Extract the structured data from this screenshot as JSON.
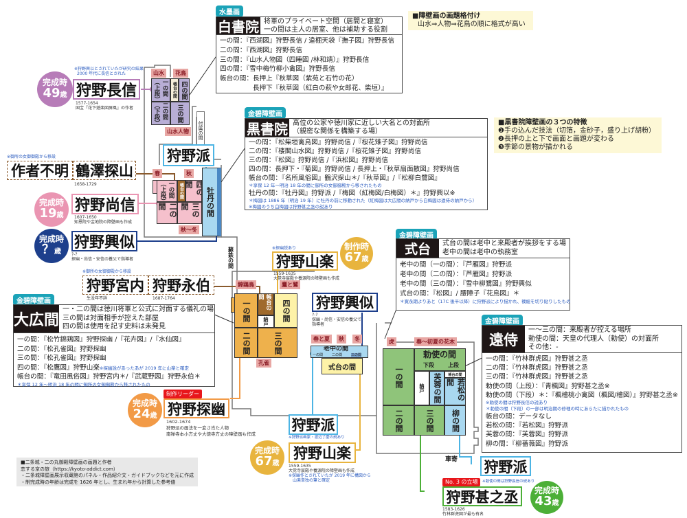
{
  "legend": {
    "ranking_title": "■障壁画の画題格付け",
    "ranking_text": "山水⇒人物⇒花鳥の順に格式が高い",
    "kuro_title": "■黒書院障壁画の３つの特徴",
    "kuro_items": [
      "❶手の込んだ技法（切箔，金砂子，盛り上げ胡粉）",
      "❷長押の上と下で画面と画題が変わる",
      "❸季節の景物が描かれる"
    ]
  },
  "halls": {
    "shiro": {
      "tag": "水墨画",
      "title": "白書院",
      "desc": [
        "将軍のプライベート空間（居間と寝室）",
        "一の間は主人の居室、他は補助する役割"
      ],
      "rows": [
        "一の間：『西湖図』狩野長信 / 違棚天袋『撫子図』狩野長信",
        "二の間：『西湖図』狩野長信",
        "三の間：『山水人物図（四睡図 /林和靖）』狩野長信",
        "四の間：『雪中梅竹柳小禽図』狩野長信",
        "帳台の間：長押上『秋草図（紫苑と石竹の花）",
        "　　　　　長押下『秋草図（紅白の萩や女郎花、柴垣）』"
      ]
    },
    "kuro": {
      "tag": "金碧障壁画",
      "title": "黒書院",
      "desc": [
        "高位の公家や徳川家に近しい大名との対面所",
        "（親密な関係を構築する場）"
      ],
      "rows": [
        "一の間：『松柴垣禽鳥図』狩野尚信 /『桜花雉子図』狩野尚信",
        "二の間：『楼閣山水図』狩野尚信 /『桜花雉子図』狩野尚信",
        "三の間：『松図』狩野尚信 /『浜松図』狩野尚信",
        "四の間：長押下・『菊図』狩野尚信 / 長押上・『秋草扇面散図』狩野尚信",
        "帳台の間：『名所風俗図』鶴沢探山＊/『秋草図』/『松柳白鷺図』"
      ],
      "note1": "＊享保 12 年～明治 18 年の間に御所の女御御殿から移されたもの",
      "row_botan": "牡丹の間：『牡丹図』狩野派 /『梅図（紅梅図/白梅図）＊』狩野興以※",
      "note2": "＊梅図は 1886 年（明治 19 年）に牡丹の前に移動された（紅梅図は大広間の納戸から白梅図は遠侍の納戸から）",
      "note3": "※梅図のうち白梅図は狩野甚之丞の説あり"
    },
    "shikidai": {
      "tag": "金碧障壁画",
      "title": "式台",
      "desc": [
        "式台の間は老中と来殿者が挨拶をする場",
        "老中の間は老中の執務室"
      ],
      "rows": [
        "老中の間（一の間）：『芦雁図』狩野派",
        "老中の間（二の間）：『芦雁図』狩野派",
        "老中の間（三の間）：『雪中柳鷺図』狩野興似",
        "式台の間：『松図』/ 腰障子『花鳥図』＊"
      ],
      "note": "＊寛永期よりあと（17C 後半以降）に狩野派により描かれ、襖絵を切り貼りしたもの"
    },
    "ohiroma": {
      "tag": "金碧障壁画",
      "title": "大広間",
      "desc": [
        "一・二の間は徳川将軍と公式に対面する儀礼の場",
        "三の間は対面相手が控えた部屋",
        "四の間は使用を記す史料は未発見"
      ],
      "rows": [
        "一の間：『松竹錦鶏図』狩野探幽 /『花卉図』/『水仙図』",
        "二の間：『松孔雀図』狩野探幽",
        "三の間：『松孔雀図』狩野探幽"
      ],
      "row4": "四の間：『松鷹図』狩野山楽",
      "row4_note": "※探幽説があったあが 2019 年に山楽と確定",
      "row5": "帳台の間：『竜田風俗図』狩野宮内＊/『武蔵野図』狩野永伯＊",
      "note": "＊享保 12 年～明治 18 年の間に御所の女御御殿から移されたもの"
    },
    "tozamurai": {
      "tag": "金碧障壁画",
      "title": "遠侍",
      "desc": [
        "一～三の間：来殿者が控える場所",
        "勅使の間：天皇の代理人（勅使）の対面所",
        "その他：-"
      ],
      "rows": [
        "一の間：『竹林群虎図』狩野甚之丞",
        "二の間：『竹林群虎図』狩野甚之丞",
        "三の間：『竹林群虎図』狩野甚之丞",
        "勅使の間（上段）：『青楓図』狩野甚之丞※",
        "勅使の間（下段）＊：『楓檜桃小禽図（楓図/檜図）』狩野甚之丞※"
      ],
      "note1": "※勅使の間は狩野長信の説あり",
      "note2": "＊勅使の間（下段）の一部は明治期の修理の時にあらたに描かれたもの",
      "rows2": [
        "帳台の間：データなし",
        "若松の間：『若松図』狩野派",
        "芙蓉の間：『芙蓉図』狩野派",
        "柳の間：『柳薔薇図』狩野派"
      ]
    }
  },
  "painters": {
    "nagonobu": {
      "name": "狩野長信",
      "note": "※狩野興以とされていたが研究の結果",
      "note2": "2000 年代に長信とされた",
      "years": "1577-1654",
      "desc": "国宝『花下遊楽図屏風』の作者",
      "age_label": "完成時",
      "age": "49",
      "age_unit": "歳"
    },
    "unknown": {
      "name": "作者不明",
      "note": "※御所の女御御殿から移設"
    },
    "tanzan": {
      "name": "鶴澤探山",
      "years": "1658-1729"
    },
    "naonobu": {
      "name": "狩野尚信",
      "years": "1607-1650",
      "desc": "知恩院や金地院の障壁画も作成",
      "age_label": "完成時",
      "age": "19",
      "age_unit": "歳"
    },
    "koi_left": {
      "name": "狩野興似",
      "years": "?-?",
      "desc": "探幽・尚信・安信の養父で指導者",
      "age_label": "完成時",
      "age": "？",
      "age_unit": "歳"
    },
    "kanoha_top": {
      "name": "狩野派"
    },
    "kunai": {
      "name": "狩野宮内",
      "note": "※御所の女御御殿から移設",
      "years": "生没年不詳"
    },
    "eihaku": {
      "name": "狩野永伯",
      "years": "1687-1764"
    },
    "sanraku_top": {
      "name": "狩野山楽",
      "note": "※探幽説あり",
      "years": "1559-1635",
      "desc": "大覚寺宸殿や養源院の障壁画も作成",
      "age_label": "制作時",
      "age": "67",
      "age_unit": "歳"
    },
    "koi_mid": {
      "name": "狩野興似",
      "years": "?-?",
      "desc": "探幽・尚信・安信の養父で",
      "desc2": "指導者"
    },
    "tanyu": {
      "name": "狩野探幽",
      "badge": "制作リーダー",
      "years": "1602-1674",
      "desc": "狩野派の画法を一変さ肖た人物",
      "desc2": "南禅寺本小方丈や大徳寺方丈の障壁画も作成",
      "age_label": "完成時",
      "age": "24",
      "age_unit": "歳"
    },
    "kanoha_mid": {
      "name": "狩野派",
      "note": "※狩野派画家・渡辺了慶の説あり"
    },
    "sanraku_bot": {
      "name": "狩野山楽",
      "years": "1559-1635",
      "desc": "大覚寺宸殿や養源院の障壁画も作成",
      "desc2": "※探幽作とされていたが 2019 年に構図から",
      "desc3": "山楽単独の筆と確定",
      "age_label": "完成時",
      "age": "67",
      "age_unit": "歳"
    },
    "kanoha_bot": {
      "name": "狩野派"
    },
    "jinnojo": {
      "name": "狩野甚之丞",
      "badge": "No. 3 の立場",
      "note": "※勅使の間は狩野長信の説あり",
      "years": "1583-1626",
      "desc": "竹林群虎図が最も有名",
      "age_label": "完成時",
      "age": "43",
      "age_unit": "歳"
    }
  },
  "floorplan": {
    "shiro": {
      "seasons": [
        "山水",
        "花鳥",
        "山水人物"
      ],
      "rooms": [
        "一の間（上段）",
        "二の間（下段）",
        "帳台の間",
        "四の間",
        "三の間"
      ]
    },
    "fuzoku": "付属の間",
    "kuro": {
      "seasons": [
        "春",
        "秋",
        "秋～冬"
      ],
      "rooms": [
        "一の間（上段）",
        "帳台の間",
        "四の間",
        "二の間",
        "三の間",
        "牡丹の間"
      ]
    },
    "sotetsu": "蘇鉄の間",
    "ohiroma": {
      "seasons": [
        "錦鶏鳥",
        "鷹と鷲",
        "孔雀"
      ],
      "rooms": [
        "一の間",
        "帳台の間",
        "納戸",
        "四の間",
        "二の間",
        "三の間"
      ]
    },
    "shikidai": {
      "seasons": [
        "春と夏",
        "秋",
        "冬"
      ],
      "rooms": [
        "老中の間",
        "一の間",
        "二の間",
        "三の間",
        "式台の間"
      ]
    },
    "tozamurai": {
      "seasons": [
        "虎",
        "春～初夏の花木"
      ],
      "rooms": [
        "一の間",
        "勅使の間",
        "下段",
        "上段",
        "納戸",
        "芙蓉の間",
        "帳台の間",
        "若松の間",
        "二の間",
        "三の間",
        "柳の間"
      ]
    },
    "kurumayose": "車寄"
  },
  "footer": {
    "title": "■二条城・二の丸御殿障壁画の画題と作者",
    "source": "恋する京の旅（https://kyoto-addict.com）",
    "line1": "・二条城障壁画展示収蔵館のパネル・作品紹介文・ガイドブックなどを元に作成",
    "line2": "・制完成時の年齢は完成を 1626 年とし、生まれ年から計算した参考値"
  },
  "colors": {
    "teal": "#1ba3b8",
    "shiro_room": "#b8aed6",
    "kuro_room": "#f5c0cc",
    "botan": "#a9d8f0",
    "ohiroma_room": "#eeb14c",
    "tozamurai_room": "#8fc47a",
    "nagonobu": "#b77cb8",
    "naonobu": "#ea95b2",
    "koi": "#1d3f8c",
    "tanyu": "#f29a46",
    "sanraku": "#e8b43e",
    "jinnojo": "#4caf37"
  }
}
